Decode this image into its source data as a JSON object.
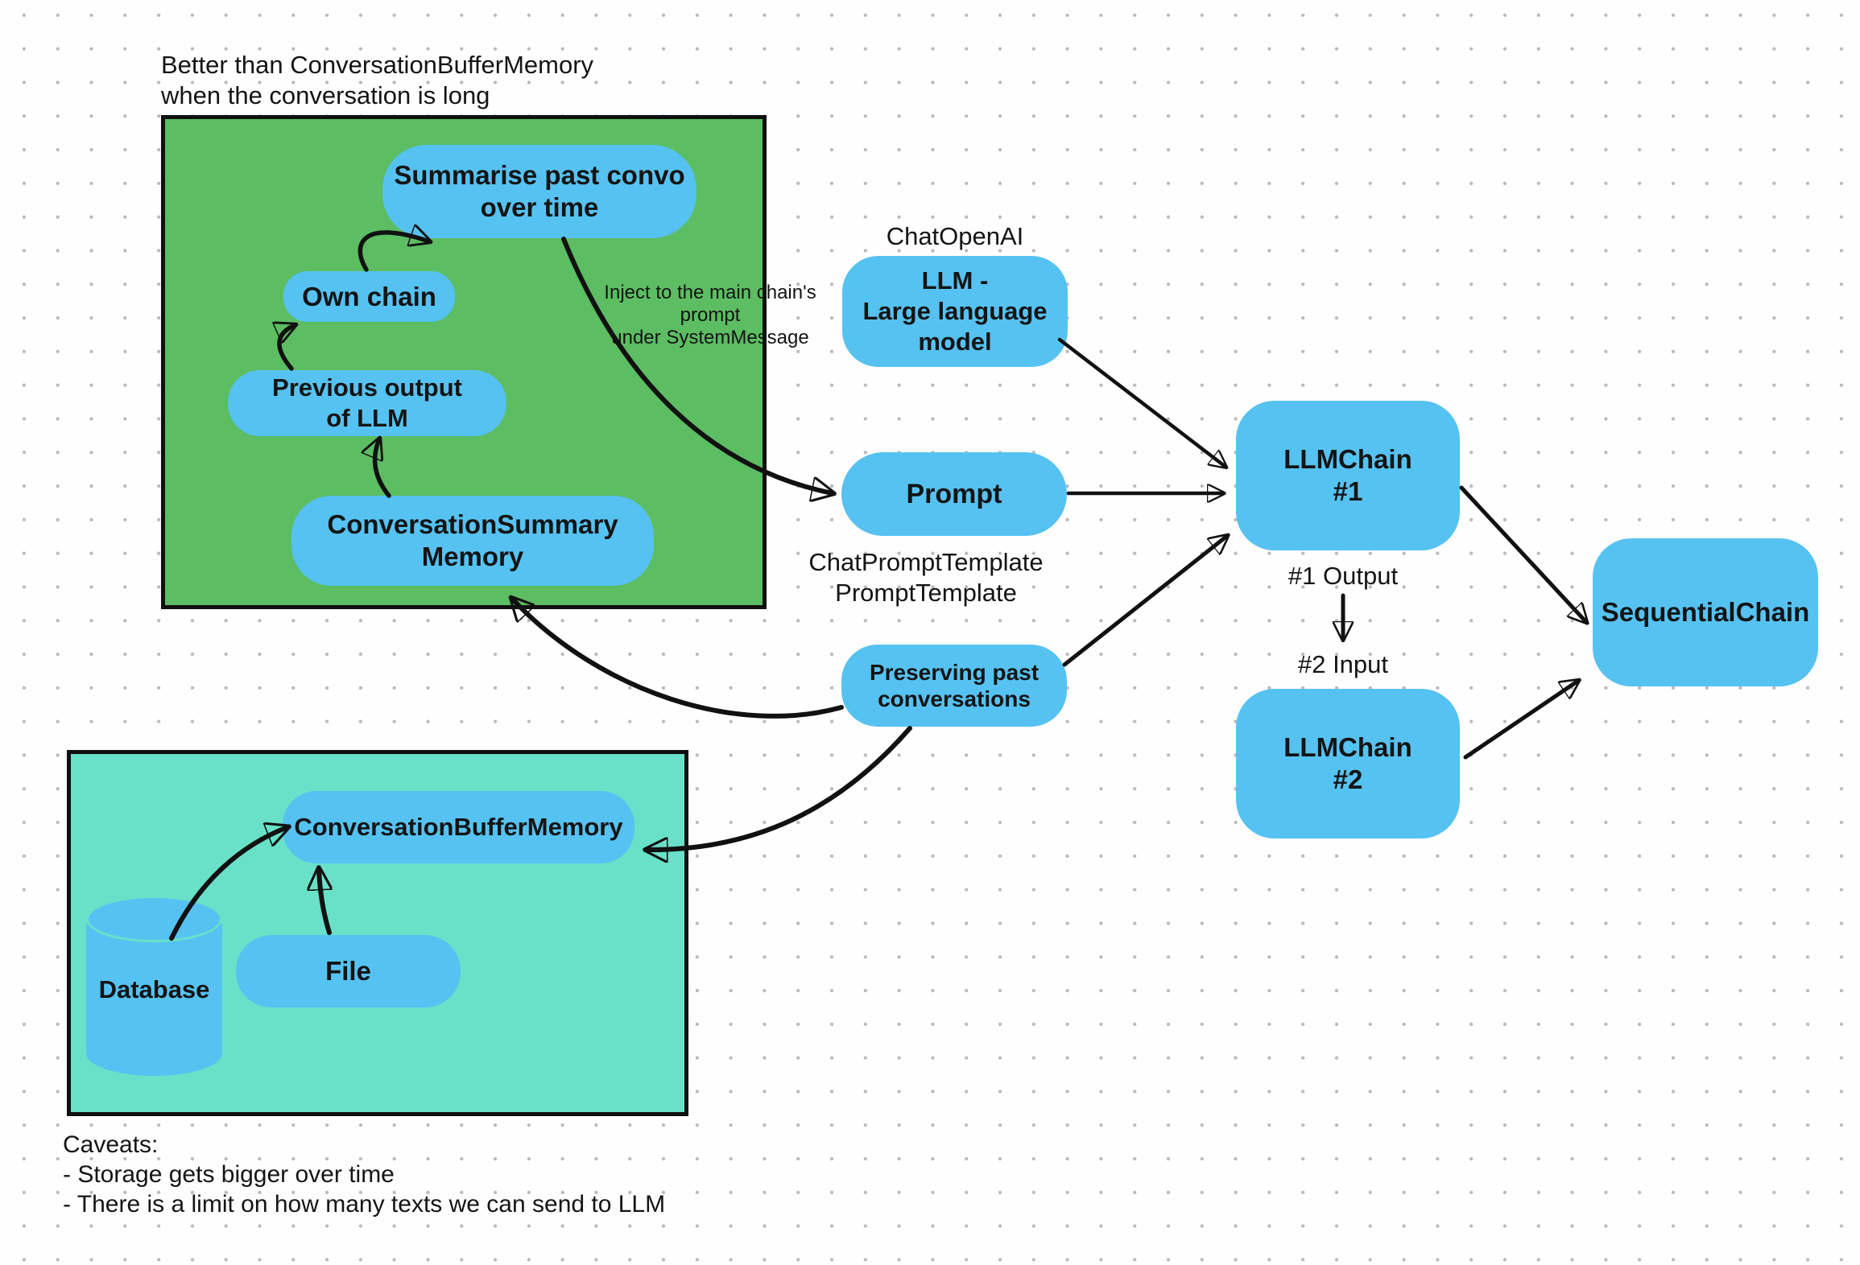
{
  "notes": {
    "better_than": "Better than ConversationBufferMemory\nwhen the conversation is long",
    "inject": "Inject to the main chain's\nprompt\nunder SystemMessage",
    "chat_openai": "ChatOpenAI",
    "prompt_templates": "ChatPromptTemplate\nPromptTemplate",
    "output1": "#1 Output",
    "input2": "#2 Input",
    "caveats": "Caveats:\n- Storage gets bigger over time\n- There is a limit on how many texts we can send to LLM"
  },
  "nodes": {
    "summarise": "Summarise past convo\nover time",
    "own_chain": "Own chain",
    "previous_output": "Previous output\nof LLM",
    "conversation_summary_memory": "ConversationSummary\nMemory",
    "llm": "LLM -\nLarge language\nmodel",
    "prompt": "Prompt",
    "preserving": "Preserving past\nconversations",
    "llm_chain_1": "LLMChain\n#1",
    "llm_chain_2": "LLMChain\n#2",
    "sequential_chain": "SequentialChain",
    "conversation_buffer_memory": "ConversationBufferMemory",
    "database": "Database",
    "file": "File"
  },
  "colors": {
    "node_blue": "#56c2f1",
    "group_green": "#5cbd62",
    "group_teal": "#69e1c8",
    "arrow": "#111111",
    "canvas_dots": "#b9b9b9",
    "text": "#141414"
  }
}
